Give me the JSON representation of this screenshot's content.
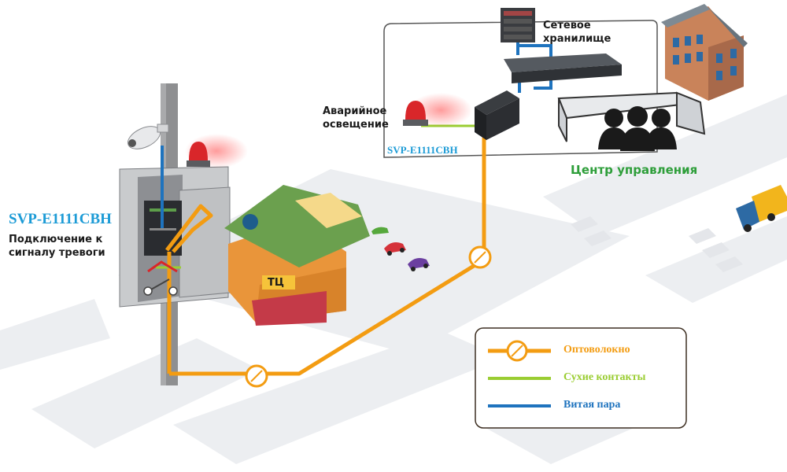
{
  "labels": {
    "model_left": "SVP-E1111CBH",
    "model_right": "SVP-E1111CBH",
    "alarm_signal": "Подключение к\nсигналу тревоги",
    "emergency_light": "Аварийное\nосвещение",
    "storage": "Сетевое\nхранилище",
    "control_center": "Центр управления",
    "mall": "ТЦ"
  },
  "legend": [
    {
      "label": "Оптоволокно",
      "color": "#f39c12"
    },
    {
      "label": "Сухие контакты",
      "color": "#9acd32"
    },
    {
      "label": "Витая пара",
      "color": "#1e73be"
    }
  ],
  "icons": [
    "camera-icon",
    "alarm-beacon-icon",
    "server-icon",
    "network-switch-icon",
    "media-converter-icon",
    "operators-icon",
    "video-wall-icon",
    "building-icon",
    "truck-icon",
    "car-icon",
    "mall-icon",
    "fiber-endpoint-icon"
  ]
}
